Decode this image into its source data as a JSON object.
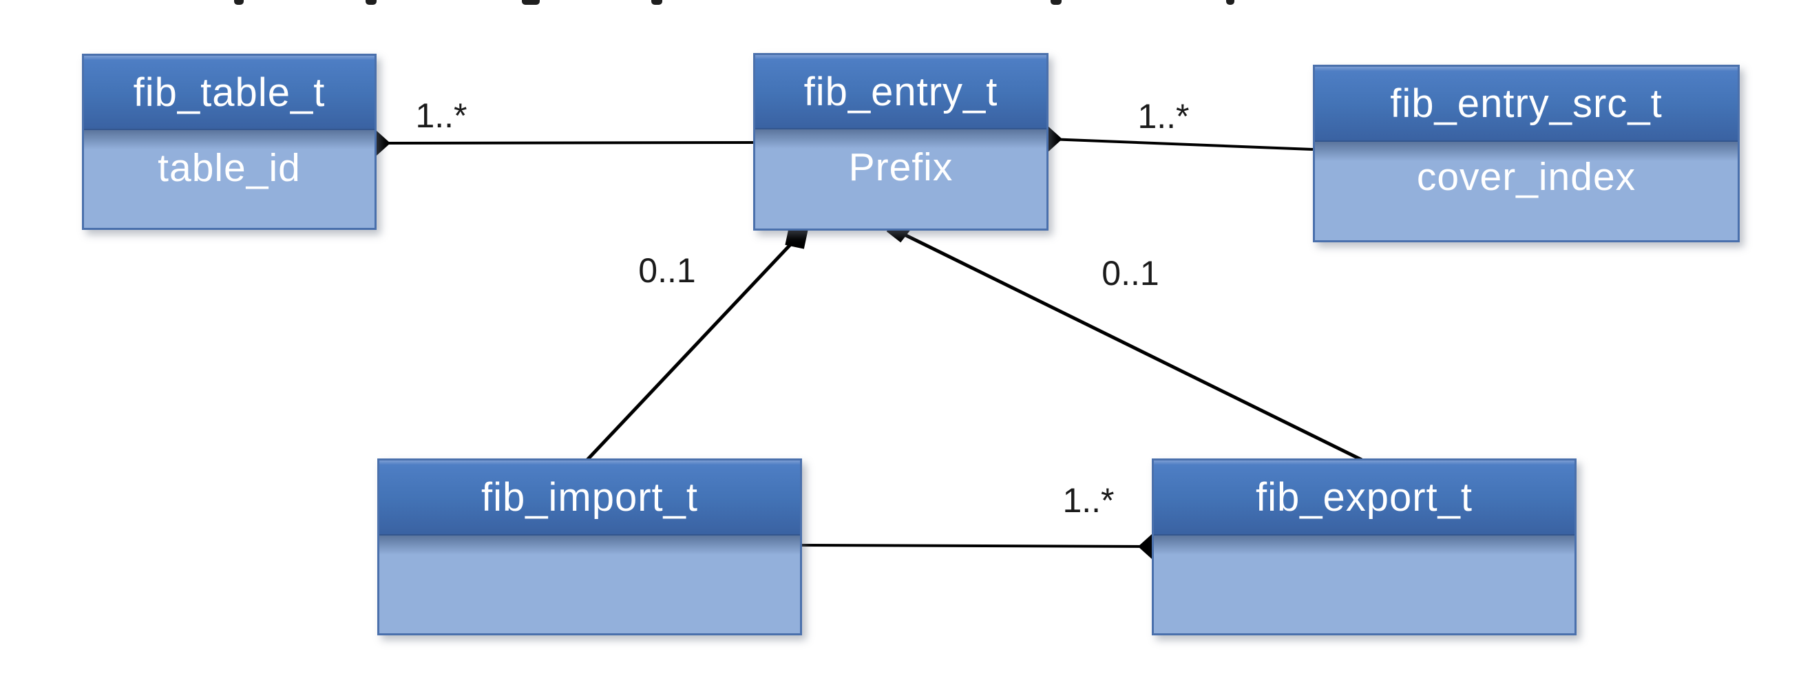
{
  "diagram": {
    "type": "uml-class-diagram",
    "classes": [
      {
        "name": "fib_table_t",
        "attributes": [
          "table_id"
        ]
      },
      {
        "name": "fib_entry_t",
        "attributes": [
          "Prefix"
        ]
      },
      {
        "name": "fib_entry_src_t",
        "attributes": [
          "cover_index"
        ]
      },
      {
        "name": "fib_import_t",
        "attributes": []
      },
      {
        "name": "fib_export_t",
        "attributes": []
      }
    ],
    "relationships": [
      {
        "from": "fib_table_t",
        "to": "fib_entry_t",
        "kind": "composition",
        "multiplicity": "1..*"
      },
      {
        "from": "fib_entry_t",
        "to": "fib_entry_src_t",
        "kind": "composition",
        "multiplicity": "1..*"
      },
      {
        "from": "fib_entry_t",
        "to": "fib_import_t",
        "kind": "composition",
        "multiplicity": "0..1"
      },
      {
        "from": "fib_entry_t",
        "to": "fib_export_t",
        "kind": "composition",
        "multiplicity": "0..1"
      },
      {
        "from": "fib_export_t",
        "to": "fib_import_t",
        "kind": "composition",
        "multiplicity": "1..*"
      }
    ],
    "colors": {
      "header_top": "#4c7cc2",
      "header_bottom": "#3a62a2",
      "body": "#93b0db",
      "border": "#4a70ac",
      "line": "#000000",
      "label_text": "#1a1a1a"
    }
  }
}
